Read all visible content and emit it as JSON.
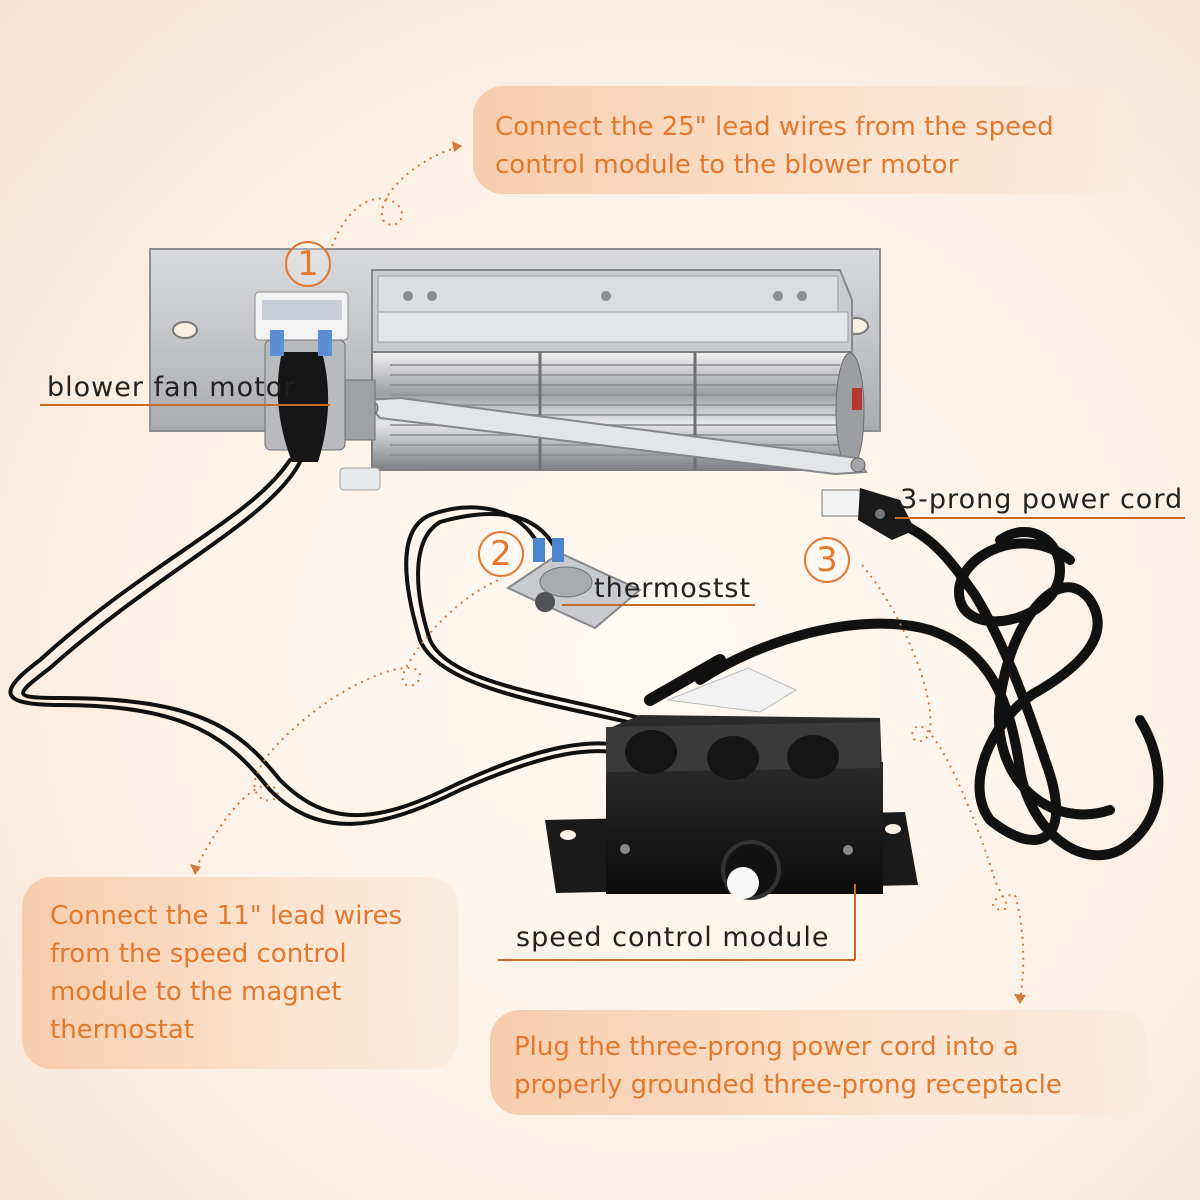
{
  "callouts": {
    "motor_wiring": "Connect the 25\" lead wires from the speed\ncontrol module to the blower motor",
    "thermostat_wiring": "Connect the 11\" lead wires\nfrom the speed control\nmodule to the magnet\nthermostat",
    "power_plug": "Plug the three-prong power cord into a\nproperly grounded three-prong receptacle"
  },
  "labels": {
    "motor": "blower fan motor",
    "cord": "3-prong power cord",
    "thermostat": "thermostst",
    "module": "speed control module"
  },
  "steps": [
    "1",
    "2",
    "3"
  ],
  "colors": {
    "accent": "#e2792f",
    "callout_bg": "#f7d3b6",
    "label_text": "#222222",
    "leader_line": "#c9692a"
  }
}
